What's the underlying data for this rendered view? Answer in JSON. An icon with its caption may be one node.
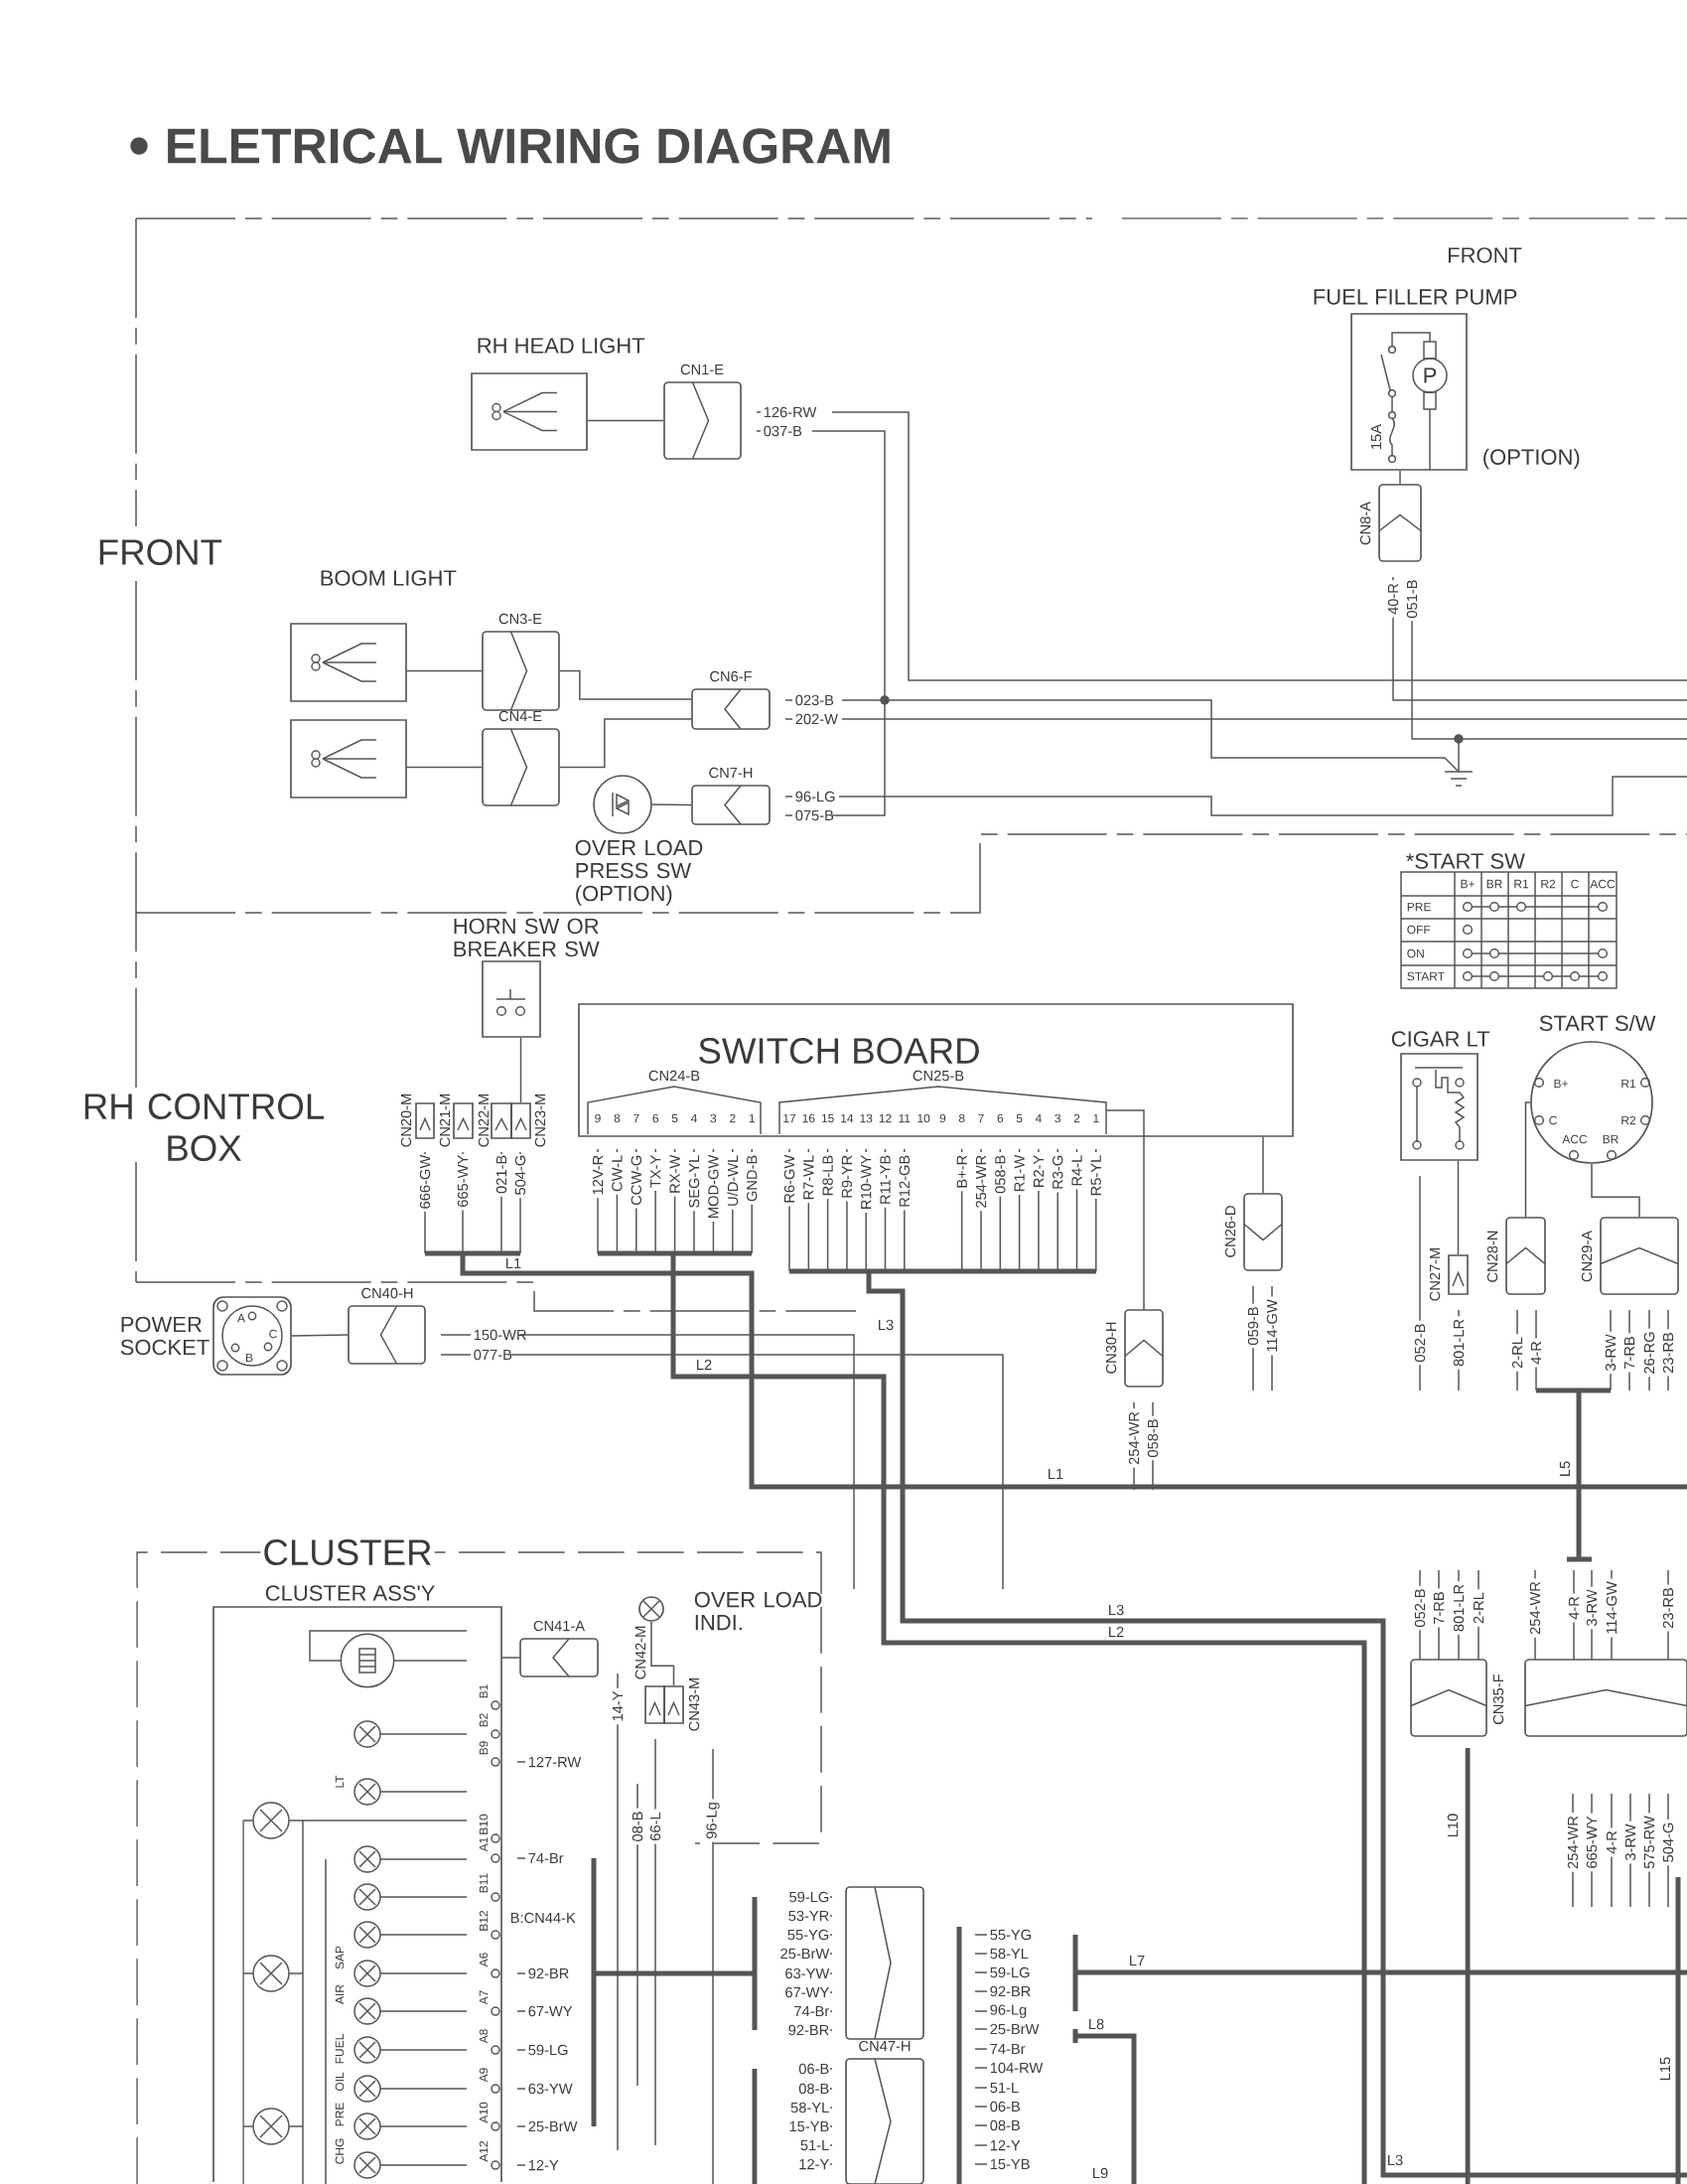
{
  "diagram": {
    "title": "ELETRICAL WIRING DIAGRAM",
    "nodes": [
      {
        "text": [
          "RH HEAD LIGHT"
        ]
      },
      {
        "text": [
          "CN1-E"
        ]
      },
      {
        "text": [],
        "shape": "box"
      },
      {
        "text": [],
        "shape": "box"
      },
      {
        "text": [
          "CN3-E"
        ]
      },
      {
        "text": [
          "CN4-E"
        ]
      },
      {
        "text": [
          "CN6-F"
        ]
      },
      {
        "text": [
          "OVER LOAD PRESS SW (OPTION)"
        ]
      },
      {
        "text": [
          "CN7-H"
        ]
      },
      {
        "text": [
          "FUEL FILLER PUMP",
          "15A",
          "P"
        ],
        "beside": [
          "(OPTION)"
        ]
      },
      {
        "text": [
          "CN8-A"
        ]
      },
      {
        "text": [
          "HORN SW OR BREAKER SW"
        ]
      },
      {
        "text": [
          "CN20-M"
        ]
      },
      {
        "text": [
          "CN21-M"
        ]
      },
      {
        "text": [
          "CN22-M"
        ]
      },
      {
        "text": [
          "CN23-M"
        ]
      },
      {
        "text": [
          "SWITCH BOARD"
        ]
      },
      {
        "text": [
          "CN24-B"
        ],
        "in": 16
      },
      {
        "text": [
          "CN25-B"
        ],
        "in": 16
      },
      {
        "text": [
          "CN26-D"
        ]
      },
      {
        "text": [
          "CN30-H"
        ]
      },
      {
        "text": [
          "CIGAR LT"
        ]
      },
      {
        "text": [
          "CN27-M"
        ]
      },
      {
        "text": [
          "START S/W"
        ]
      },
      {
        "text": [
          "CN28-N"
        ]
      },
      {
        "text": [
          "CN29-A"
        ]
      },
      {
        "text": [
          "POWER SOCKET"
        ]
      },
      {
        "text": [
          "CN40-H"
        ]
      },
      {
        "text": [
          "CLUSTER"
        ]
      },
      {
        "text": [
          "CLUSTER ASS'Y"
        ],
        "in": 28
      },
      {
        "text": [
          "CN41-A"
        ],
        "in": 28
      },
      {
        "text": [
          "OVER LOAD INDI."
        ],
        "in": 28
      },
      {
        "text": [
          "CN42-M"
        ],
        "in": 28
      },
      {
        "text": [
          "CN43-M"
        ],
        "in": 28
      },
      {
        "text": [],
        "shape": "box"
      },
      {
        "text": [
          "CN47-H"
        ]
      },
      {
        "text": [
          "CN35-F"
        ]
      },
      {
        "text": [],
        "shape": "box"
      }
    ],
    "edges": [
      {
        "from": 0,
        "to": 1,
        "arrow": "none"
      },
      {
        "from": 2,
        "to": 4,
        "arrow": "none"
      },
      {
        "from": 3,
        "to": 5,
        "arrow": "none"
      },
      {
        "from": 4,
        "to": 6,
        "arrow": "none"
      },
      {
        "from": 5,
        "to": 6,
        "arrow": "none"
      },
      {
        "from": 7,
        "to": 8,
        "arrow": "none"
      },
      {
        "from": 9,
        "to": 10,
        "arrow": "none"
      },
      {
        "from": 11,
        "to": 15,
        "arrow": "none"
      },
      {
        "from": 16,
        "to": 19,
        "arrow": "none"
      },
      {
        "from": 18,
        "to": 20,
        "arrow": "none"
      },
      {
        "from": 21,
        "to": 22,
        "arrow": "none"
      },
      {
        "from": 23,
        "to": 24,
        "arrow": "none"
      },
      {
        "from": 23,
        "to": 25,
        "arrow": "none"
      },
      {
        "from": 26,
        "to": 27,
        "arrow": "none"
      },
      {
        "from": 29,
        "to": 30,
        "arrow": "none"
      },
      {
        "from": 31,
        "to": 33,
        "arrow": "none"
      }
    ],
    "labels": [
      "FRONT",
      "FRONT",
      "BOOM LIGHT",
      "RH CONTROL BOX",
      "*START SW",
      "B+",
      "BR",
      "R1",
      "R2",
      "C",
      "ACC",
      "PRE",
      "OFF",
      "ON",
      "START",
      "B+",
      "R1",
      "C",
      "R2",
      "ACC",
      "BR",
      "A",
      "B",
      "C",
      "L1",
      "L2",
      "L3",
      "L1",
      "L5",
      "L3",
      "L2",
      "L7",
      "L8",
      "L10",
      "L15",
      "L3",
      "B:CN44-K",
      "126-RW",
      "037-B",
      "023-B",
      "202-W",
      "96-LG",
      "075-B",
      "150-WR",
      "077-B",
      "127-RW",
      "74-Br",
      "92-BR",
      "67-WY",
      "59-LG",
      "63-YW",
      "25-BrW",
      "12-Y",
      "59-LG",
      "53-YR",
      "55-YG",
      "25-BrW",
      "63-YW",
      "67-WY",
      "74-Br",
      "92-BR",
      "06-B",
      "08-B",
      "58-YL",
      "15-YB",
      "51-L",
      "12-Y",
      "55-YG",
      "58-YL",
      "59-LG",
      "92-BR",
      "96-Lg",
      "25-BrW",
      "74-Br",
      "104-RW",
      "51-L",
      "06-B",
      "08-B",
      "12-Y",
      "15-YB",
      "666-GW",
      "665-WY",
      "021-B",
      "504-G",
      "12V-R",
      "CW-L",
      "CCW-G",
      "TX-Y",
      "RX-W",
      "SEG-YL",
      "MOD-GW",
      "U/D-WL",
      "GND-B",
      "R6-GW",
      "R7-WL",
      "R8-LB",
      "R9-YR",
      "R10-WY",
      "R11-YB",
      "R12-GB",
      "B+-R",
      "254-WR",
      "058-B",
      "R1-W",
      "R2-Y",
      "R3-G",
      "R4-L",
      "R5-YL",
      "9",
      "8",
      "7",
      "6",
      "5",
      "4",
      "3",
      "2",
      "1",
      "17",
      "16",
      "15",
      "14",
      "13",
      "12",
      "11",
      "10",
      "9",
      "8",
      "7",
      "6",
      "5",
      "4",
      "3",
      "2",
      "1",
      "40-R",
      "051-B",
      "059-B",
      "114-GW",
      "254-WR",
      "058-B",
      "052-B",
      "801-LR",
      "2-RL",
      "4-R",
      "3-RW",
      "7-RB",
      "26-RG",
      "23-RB",
      "052-B",
      "7-RB",
      "801-LR",
      "2-RL",
      "254-WR",
      "4-R",
      "3-RW",
      "114-GW",
      "23-RB",
      "254-WR",
      "665-WY",
      "4-R",
      "3-RW",
      "575-RW",
      "504-G",
      "14-Y",
      "08-B",
      "66-L",
      "96-Lg",
      "B1",
      "B2",
      "B9",
      "B10",
      "A1",
      "B11",
      "B12",
      "A6",
      "A7",
      "A8",
      "A9",
      "A10",
      "A12",
      "LT",
      "SAP",
      "AIR",
      "FUEL",
      "OIL",
      "PRE",
      "CHG",
      "L9"
    ]
  }
}
